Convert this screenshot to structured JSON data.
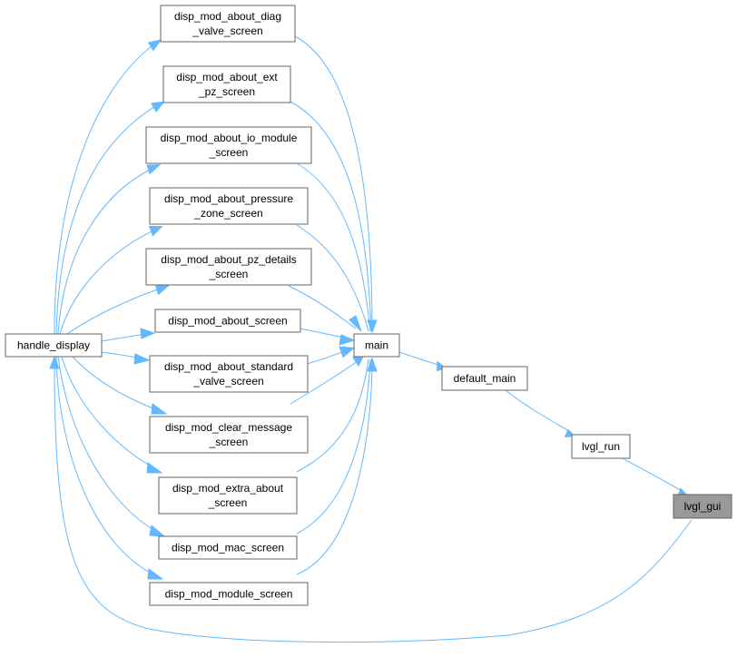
{
  "nodes": {
    "diag_valve": {
      "lines": [
        "disp_mod_about_diag",
        "_valve_screen"
      ]
    },
    "ext_pz": {
      "lines": [
        "disp_mod_about_ext",
        "_pz_screen"
      ]
    },
    "io_module": {
      "lines": [
        "disp_mod_about_io_module",
        "_screen"
      ]
    },
    "pressure_zone": {
      "lines": [
        "disp_mod_about_pressure",
        "_zone_screen"
      ]
    },
    "pz_details": {
      "lines": [
        "disp_mod_about_pz_details",
        "_screen"
      ]
    },
    "about_screen": {
      "lines": [
        "disp_mod_about_screen"
      ]
    },
    "std_valve": {
      "lines": [
        "disp_mod_about_standard",
        "_valve_screen"
      ]
    },
    "clear_message": {
      "lines": [
        "disp_mod_clear_message",
        "_screen"
      ]
    },
    "extra_about": {
      "lines": [
        "disp_mod_extra_about",
        "_screen"
      ]
    },
    "mac_screen": {
      "lines": [
        "disp_mod_mac_screen"
      ]
    },
    "module_screen": {
      "lines": [
        "disp_mod_module_screen"
      ]
    },
    "handle_display": {
      "lines": [
        "handle_display"
      ]
    },
    "main": {
      "lines": [
        "main"
      ]
    },
    "default_main": {
      "lines": [
        "default_main"
      ]
    },
    "lvgl_run": {
      "lines": [
        "lvgl_run"
      ]
    },
    "lvgl_gui": {
      "lines": [
        "lvgl_gui"
      ]
    }
  },
  "colors": {
    "edge": "#63b8ff",
    "node_border": "#666666",
    "highlight_fill": "#999999"
  }
}
